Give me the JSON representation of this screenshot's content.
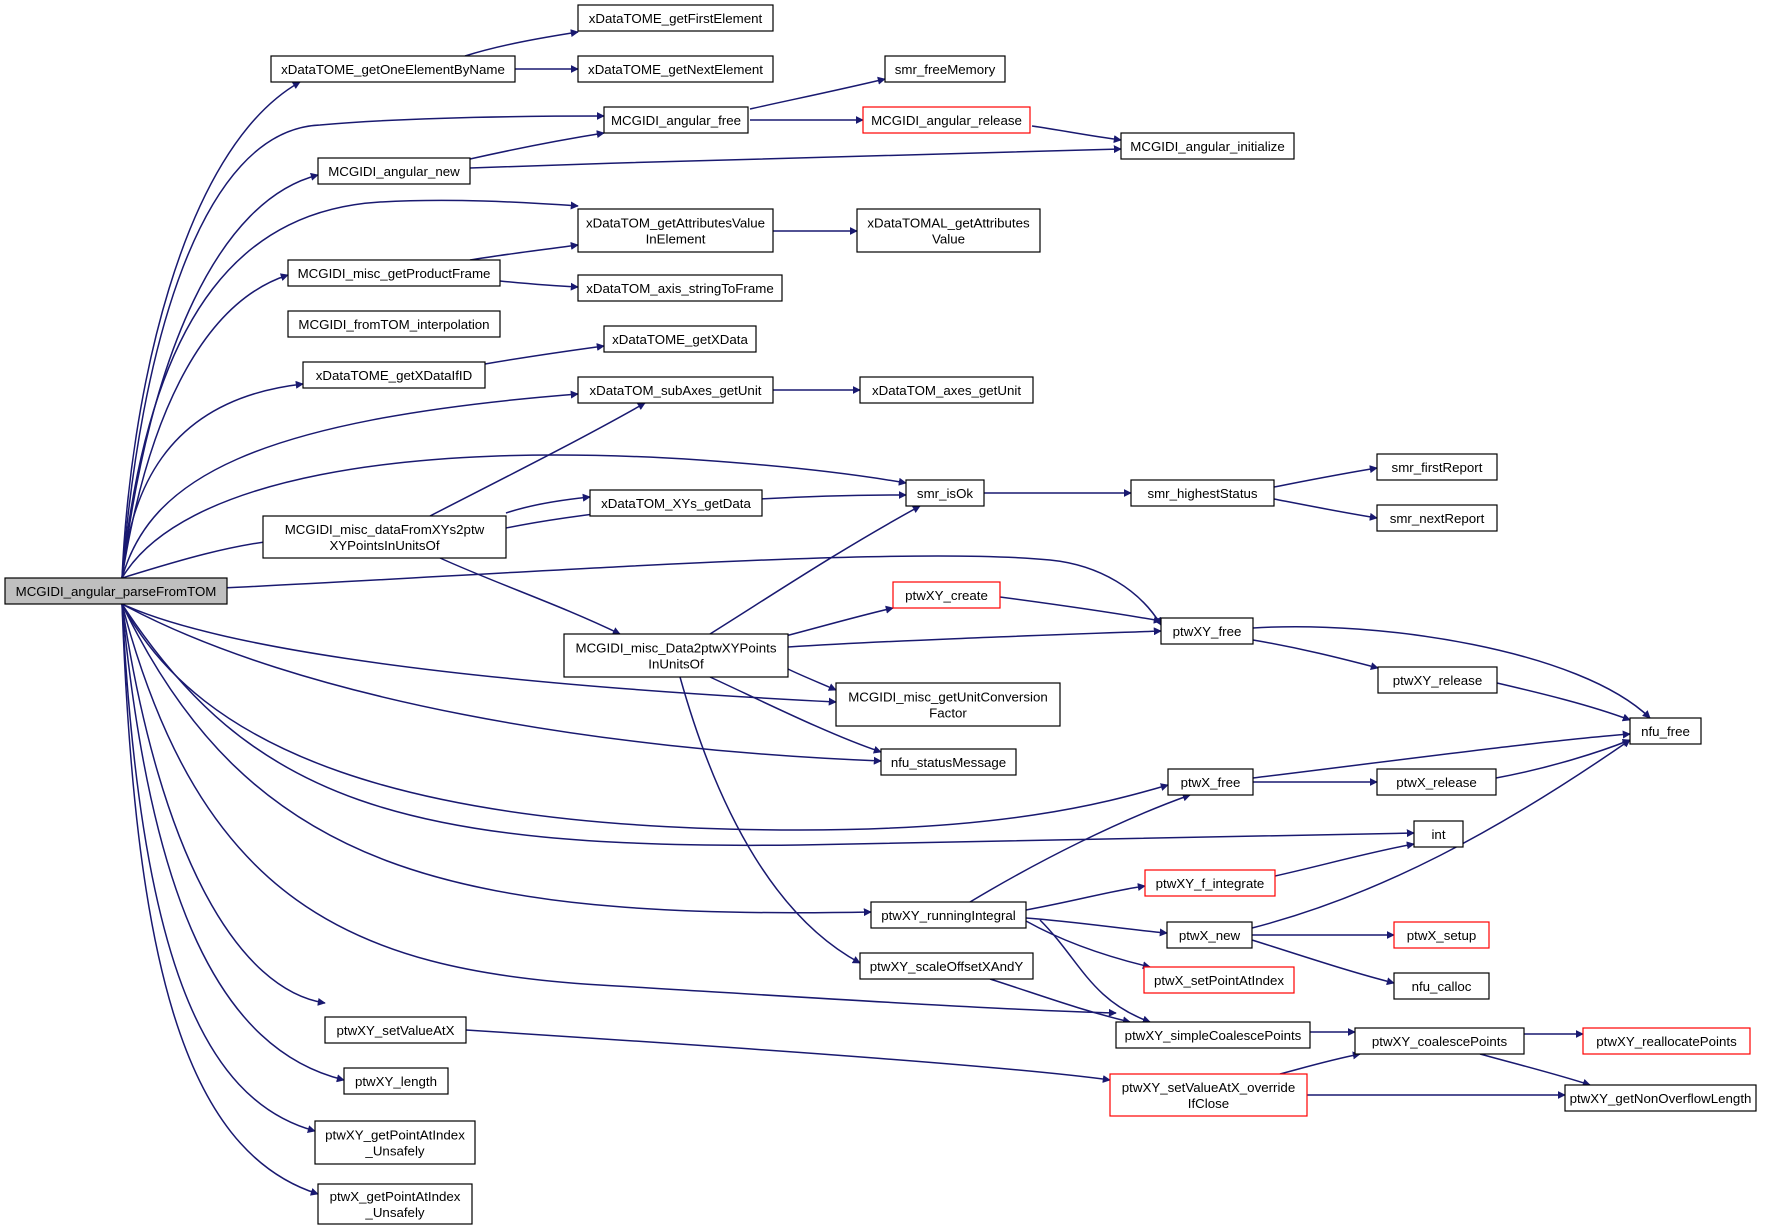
{
  "colors": {
    "edge": "#191970",
    "box_border": "#000000",
    "red_border": "#ff0000",
    "root_fill": "#bfbfbf"
  },
  "nodes": [
    {
      "id": "root",
      "lines": [
        "MCGIDI_angular_parseFromTOM"
      ],
      "style": "root"
    },
    {
      "id": "n1",
      "lines": [
        "xDataTOME_getFirstElement"
      ]
    },
    {
      "id": "n2",
      "lines": [
        "xDataTOME_getOneElementByName"
      ]
    },
    {
      "id": "n3",
      "lines": [
        "xDataTOME_getNextElement"
      ]
    },
    {
      "id": "n4",
      "lines": [
        "smr_freeMemory"
      ]
    },
    {
      "id": "n5",
      "lines": [
        "MCGIDI_angular_free"
      ]
    },
    {
      "id": "n6",
      "lines": [
        "MCGIDI_angular_release"
      ],
      "style": "red"
    },
    {
      "id": "n7",
      "lines": [
        "MCGIDI_angular_initialize"
      ]
    },
    {
      "id": "n8",
      "lines": [
        "MCGIDI_angular_new"
      ]
    },
    {
      "id": "n9",
      "lines": [
        "xDataTOM_getAttributesValue",
        "InElement"
      ]
    },
    {
      "id": "n10",
      "lines": [
        "xDataTOMAL_getAttributes",
        "Value"
      ]
    },
    {
      "id": "n11",
      "lines": [
        "MCGIDI_misc_getProductFrame"
      ]
    },
    {
      "id": "n12",
      "lines": [
        "xDataTOM_axis_stringToFrame"
      ]
    },
    {
      "id": "n13",
      "lines": [
        "MCGIDI_fromTOM_interpolation"
      ]
    },
    {
      "id": "n14",
      "lines": [
        "xDataTOME_getXData"
      ]
    },
    {
      "id": "n15",
      "lines": [
        "xDataTOME_getXDataIfID"
      ]
    },
    {
      "id": "n16",
      "lines": [
        "xDataTOM_subAxes_getUnit"
      ]
    },
    {
      "id": "n17",
      "lines": [
        "xDataTOM_axes_getUnit"
      ]
    },
    {
      "id": "n18",
      "lines": [
        "smr_firstReport"
      ]
    },
    {
      "id": "n19",
      "lines": [
        "smr_isOk"
      ]
    },
    {
      "id": "n20",
      "lines": [
        "smr_highestStatus"
      ]
    },
    {
      "id": "n21",
      "lines": [
        "xDataTOM_XYs_getData"
      ]
    },
    {
      "id": "n22",
      "lines": [
        "smr_nextReport"
      ]
    },
    {
      "id": "n23",
      "lines": [
        "MCGIDI_misc_dataFromXYs2ptw",
        "XYPointsInUnitsOf"
      ]
    },
    {
      "id": "n24",
      "lines": [
        "ptwXY_create"
      ],
      "style": "red"
    },
    {
      "id": "n25",
      "lines": [
        "MCGIDI_misc_Data2ptwXYPoints",
        "InUnitsOf"
      ]
    },
    {
      "id": "n26",
      "lines": [
        "ptwXY_free"
      ]
    },
    {
      "id": "n27",
      "lines": [
        "ptwXY_release"
      ]
    },
    {
      "id": "n28",
      "lines": [
        "MCGIDI_misc_getUnitConversion",
        "Factor"
      ]
    },
    {
      "id": "n29",
      "lines": [
        "nfu_free"
      ]
    },
    {
      "id": "n30",
      "lines": [
        "nfu_statusMessage"
      ]
    },
    {
      "id": "n31",
      "lines": [
        "ptwX_free"
      ]
    },
    {
      "id": "n32",
      "lines": [
        "ptwX_release"
      ]
    },
    {
      "id": "n33",
      "lines": [
        "int"
      ]
    },
    {
      "id": "n34",
      "lines": [
        "ptwXY_f_integrate"
      ],
      "style": "red"
    },
    {
      "id": "n35",
      "lines": [
        "ptwXY_runningIntegral"
      ]
    },
    {
      "id": "n36",
      "lines": [
        "ptwX_new"
      ]
    },
    {
      "id": "n37",
      "lines": [
        "ptwX_setup"
      ],
      "style": "red"
    },
    {
      "id": "n38",
      "lines": [
        "ptwXY_scaleOffsetXAndY"
      ]
    },
    {
      "id": "n39",
      "lines": [
        "ptwX_setPointAtIndex"
      ],
      "style": "red"
    },
    {
      "id": "n40",
      "lines": [
        "nfu_calloc"
      ]
    },
    {
      "id": "n41",
      "lines": [
        "ptwXY_setValueAtX"
      ]
    },
    {
      "id": "n42",
      "lines": [
        "ptwXY_simpleCoalescePoints"
      ]
    },
    {
      "id": "n43",
      "lines": [
        "ptwXY_coalescePoints"
      ]
    },
    {
      "id": "n44",
      "lines": [
        "ptwXY_reallocatePoints"
      ],
      "style": "red"
    },
    {
      "id": "n45",
      "lines": [
        "ptwXY_length"
      ]
    },
    {
      "id": "n46",
      "lines": [
        "ptwXY_setValueAtX_override",
        "IfClose"
      ],
      "style": "red"
    },
    {
      "id": "n47",
      "lines": [
        "ptwXY_getNonOverflowLength"
      ]
    },
    {
      "id": "n48",
      "lines": [
        "ptwXY_getPointAtIndex",
        "_Unsafely"
      ]
    },
    {
      "id": "n49",
      "lines": [
        "ptwX_getPointAtIndex",
        "_Unsafely"
      ]
    }
  ]
}
